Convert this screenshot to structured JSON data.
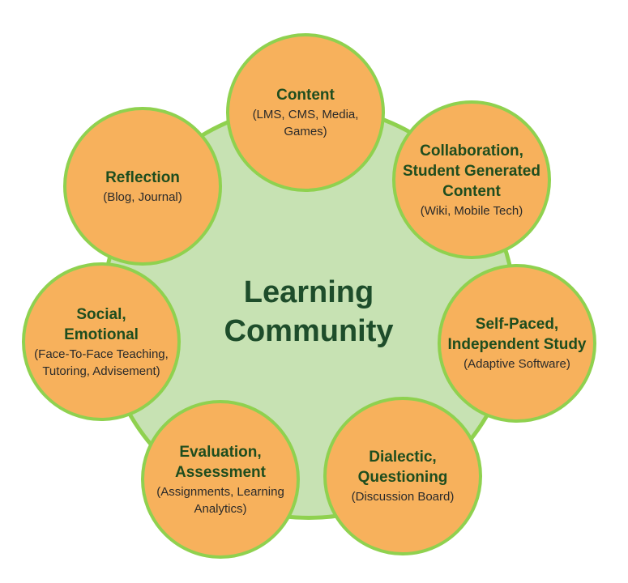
{
  "colors": {
    "hub_fill": "#c7e2b3",
    "hub_stroke": "#8fd14f",
    "node_fill": "#f7b15c",
    "node_stroke": "#8fd14f",
    "title_text": "#1e4d1e",
    "hub_text": "#1e4d2b",
    "sub_text": "#2a2a2a"
  },
  "hub": {
    "title": "Learning\nCommunity"
  },
  "nodes": [
    {
      "id": "content",
      "title": "Content",
      "subtitle": "(LMS, CMS, Media,\nGames)"
    },
    {
      "id": "collaboration",
      "title": "Collaboration,\nStudent Generated\nContent",
      "subtitle": "(Wiki, Mobile Tech)"
    },
    {
      "id": "self-paced",
      "title": "Self-Paced,\nIndependent Study",
      "subtitle": "(Adaptive Software)"
    },
    {
      "id": "dialectic",
      "title": "Dialectic,\nQuestioning",
      "subtitle": "(Discussion Board)"
    },
    {
      "id": "evaluation",
      "title": "Evaluation,\nAssessment",
      "subtitle": "(Assignments, Learning\nAnalytics)"
    },
    {
      "id": "social",
      "title": "Social,\nEmotional",
      "subtitle": "(Face-To-Face Teaching,\nTutoring, Advisement)"
    },
    {
      "id": "reflection",
      "title": "Reflection",
      "subtitle": "(Blog, Journal)"
    }
  ]
}
